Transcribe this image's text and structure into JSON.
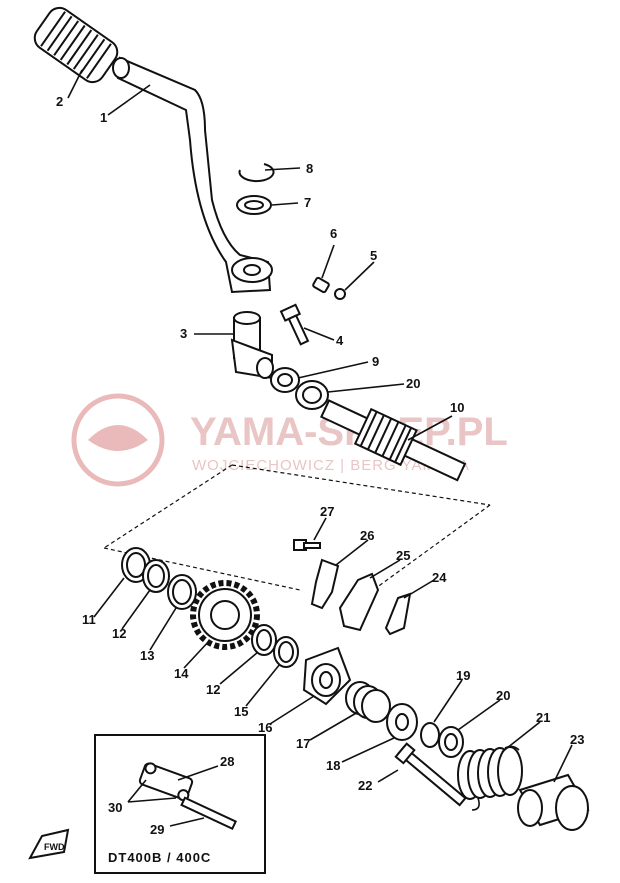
{
  "watermark": {
    "title": "YAMA-SKLEP.PL",
    "subtitle": "WOJCIECHOWICZ | BERG YAMAHA"
  },
  "callouts": [
    "1",
    "2",
    "3",
    "4",
    "5",
    "6",
    "7",
    "8",
    "9",
    "10",
    "11",
    "12",
    "12",
    "13",
    "14",
    "15",
    "16",
    "17",
    "18",
    "19",
    "20",
    "20",
    "21",
    "22",
    "23",
    "24",
    "25",
    "26",
    "27",
    "28",
    "29",
    "30"
  ],
  "inset": {
    "caption": "DT400B / 400C",
    "labels": [
      "28",
      "29",
      "30"
    ]
  },
  "fwd_label": "FWD"
}
